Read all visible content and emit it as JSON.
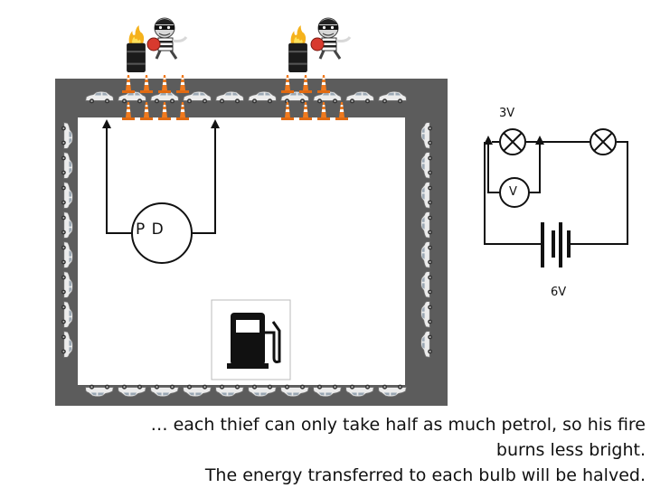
{
  "labels": {
    "pd": "P D",
    "v3": "3V",
    "voltmeter": "V",
    "v6": "6V"
  },
  "caption": {
    "line1": "… each thief can only take half as much petrol, so his fire",
    "line2": "burns less bright.",
    "line3": "The energy transferred to each bulb will be halved."
  },
  "icons": [
    "thief-icon",
    "fire-barrel-icon",
    "traffic-cone-icon",
    "car-icon",
    "fuel-pump-icon",
    "lamp-icon",
    "battery-icon"
  ],
  "colors": {
    "road": "#5c5c5c",
    "cone": "#f07a1e",
    "car": "#e9e9e9",
    "wire": "#111111"
  }
}
